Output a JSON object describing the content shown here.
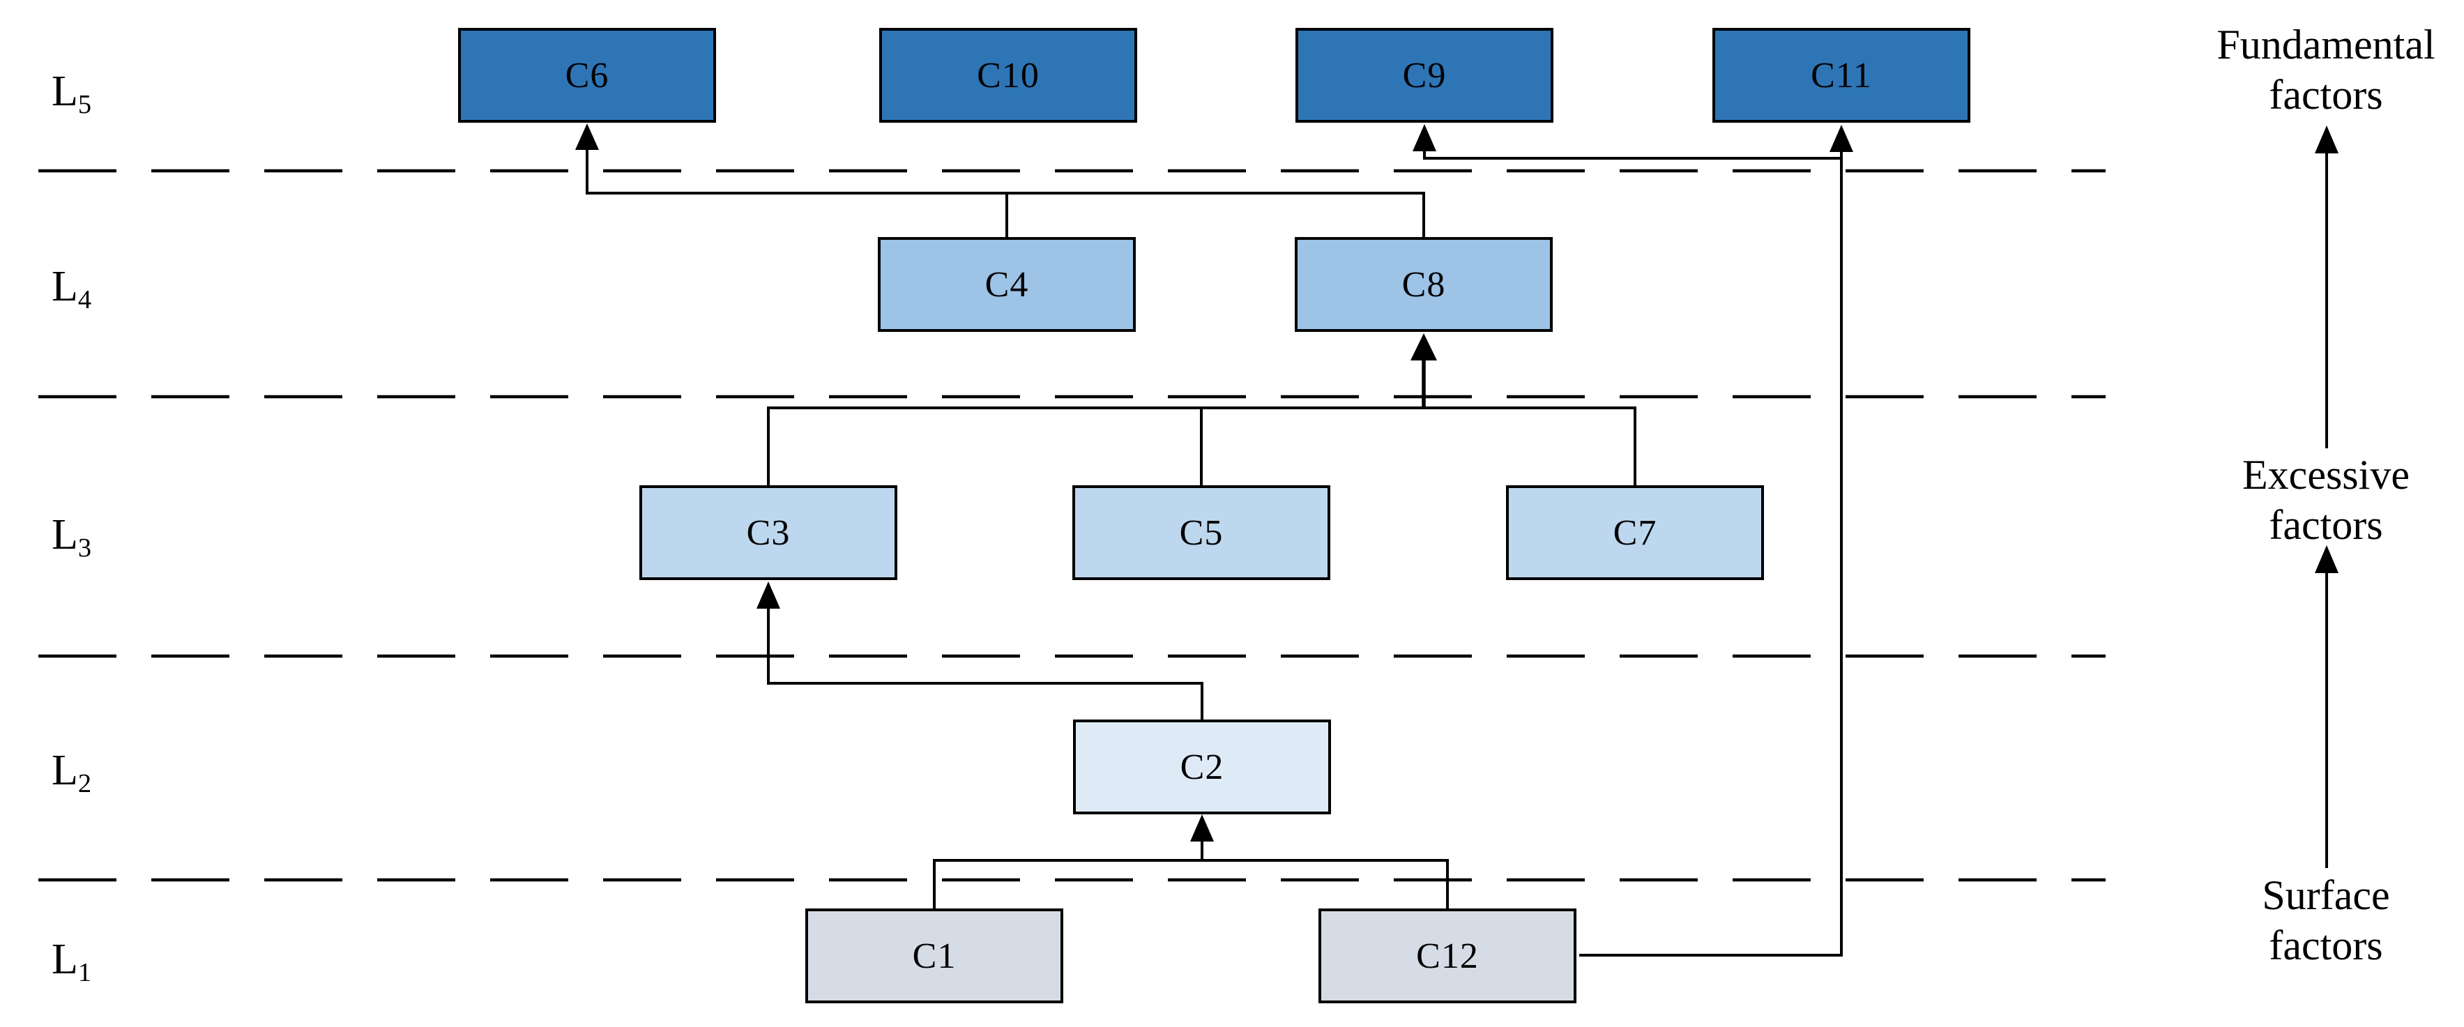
{
  "diagram": {
    "levels": [
      {
        "name": "L5",
        "base": "L",
        "sub": "5"
      },
      {
        "name": "L4",
        "base": "L",
        "sub": "4"
      },
      {
        "name": "L3",
        "base": "L",
        "sub": "3"
      },
      {
        "name": "L2",
        "base": "L",
        "sub": "2"
      },
      {
        "name": "L1",
        "base": "L",
        "sub": "1"
      }
    ],
    "boxes": [
      {
        "id": "C6",
        "label": "C6",
        "level": "L5"
      },
      {
        "id": "C10",
        "label": "C10",
        "level": "L5"
      },
      {
        "id": "C9",
        "label": "C9",
        "level": "L5"
      },
      {
        "id": "C11",
        "label": "C11",
        "level": "L5"
      },
      {
        "id": "C4",
        "label": "C4",
        "level": "L4"
      },
      {
        "id": "C8",
        "label": "C8",
        "level": "L4"
      },
      {
        "id": "C3",
        "label": "C3",
        "level": "L3"
      },
      {
        "id": "C5",
        "label": "C5",
        "level": "L3"
      },
      {
        "id": "C7",
        "label": "C7",
        "level": "L3"
      },
      {
        "id": "C2",
        "label": "C2",
        "level": "L2"
      },
      {
        "id": "C1",
        "label": "C1",
        "level": "L1"
      },
      {
        "id": "C12",
        "label": "C12",
        "level": "L1"
      }
    ],
    "edges": [
      {
        "from": "C4",
        "to": "C6"
      },
      {
        "from": "C8",
        "to": "C6"
      },
      {
        "from": "C3",
        "to": "C8"
      },
      {
        "from": "C5",
        "to": "C8"
      },
      {
        "from": "C7",
        "to": "C8"
      },
      {
        "from": "C2",
        "to": "C3"
      },
      {
        "from": "C1",
        "to": "C2"
      },
      {
        "from": "C12",
        "to": "C2"
      },
      {
        "from": "C12",
        "to": "C9"
      },
      {
        "from": "C12",
        "to": "C11"
      }
    ],
    "side_labels": [
      {
        "line1": "Fundamental",
        "line2": "factors"
      },
      {
        "line1": "Excessive",
        "line2": "factors"
      },
      {
        "line1": "Surface",
        "line2": "factors"
      }
    ],
    "colors": {
      "level5_fill": "#2E75B6",
      "level4_fill": "#9DC3E6",
      "level3_fill": "#BDD7EE",
      "level2_fill": "#DEEBF7",
      "level1_fill": "#D6DCE5",
      "line": "#000000"
    }
  }
}
